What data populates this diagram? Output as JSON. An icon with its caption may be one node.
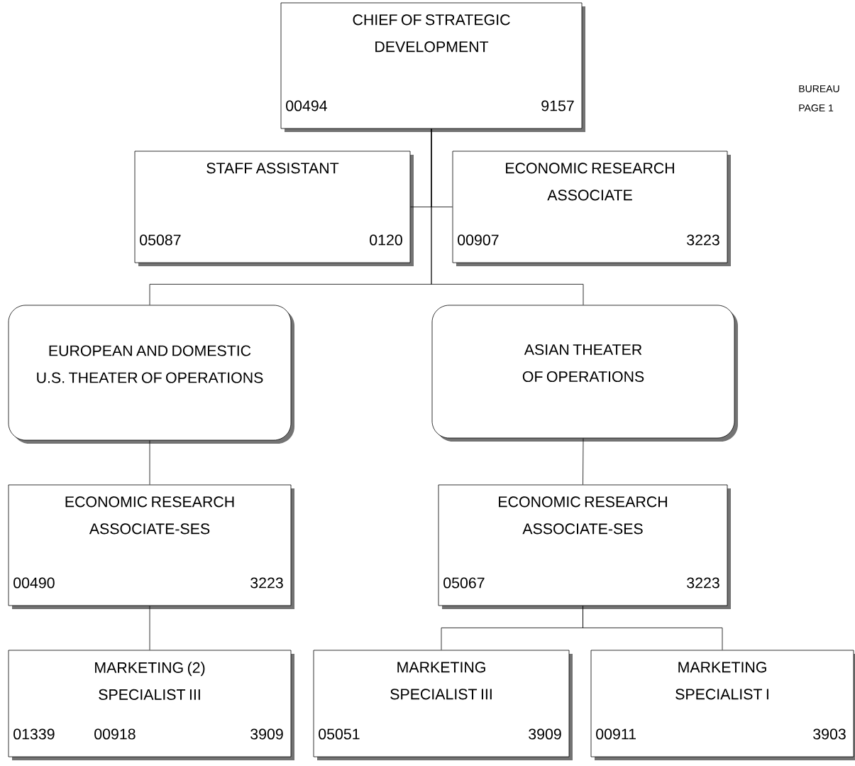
{
  "diagram": {
    "nodes": [
      {
        "text": [
          "CHIEF OF STRATEGIC DEVELOPMENT",
          "00494",
          "9157"
        ]
      },
      {
        "text": [
          "STAFF ASSISTANT",
          "05087",
          "0120"
        ]
      },
      {
        "text": [
          "ECONOMIC RESEARCH ASSOCIATE",
          "00907",
          "3223"
        ]
      },
      {
        "text": [
          "EUROPEAN AND DOMESTIC U.S. THEATER OF OPERATIONS"
        ]
      },
      {
        "text": [
          "ASIAN THEATER OF OPERATIONS"
        ]
      },
      {
        "text": [
          "ECONOMIC RESEARCH ASSOCIATE-SES",
          "00490",
          "3223"
        ]
      },
      {
        "text": [
          "ECONOMIC RESEARCH ASSOCIATE-SES",
          "05067",
          "3223"
        ]
      },
      {
        "text": [
          "MARKETING (2) SPECIALIST III",
          "01339",
          "00918",
          "3909"
        ]
      },
      {
        "text": [
          "MARKETING SPECIALIST III",
          "05051",
          "3909"
        ]
      },
      {
        "text": [
          "MARKETING SPECIALIST I",
          "00911",
          "3903"
        ]
      }
    ],
    "edges": [
      {
        "from": 0,
        "to": 1,
        "arrow": "none"
      },
      {
        "from": 0,
        "to": 2,
        "arrow": "none"
      },
      {
        "from": 0,
        "to": 3,
        "arrow": "none"
      },
      {
        "from": 0,
        "to": 4,
        "arrow": "none"
      },
      {
        "from": 3,
        "to": 5,
        "arrow": "none"
      },
      {
        "from": 4,
        "to": 6,
        "arrow": "none"
      },
      {
        "from": 5,
        "to": 7,
        "arrow": "none"
      },
      {
        "from": 6,
        "to": 8,
        "arrow": "none"
      },
      {
        "from": 6,
        "to": 9,
        "arrow": "none"
      }
    ],
    "labels": [
      "BUREAU",
      "PAGE 1"
    ]
  }
}
